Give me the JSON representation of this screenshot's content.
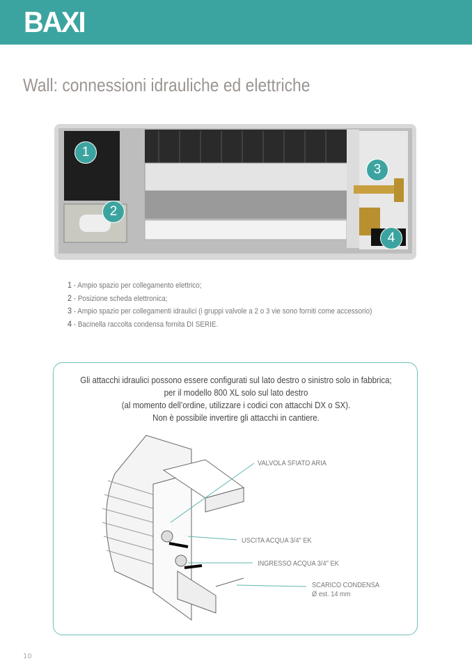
{
  "header": {
    "brand": "BAXI",
    "accent": "#3ca4a0"
  },
  "title": "Wall: connessioni idrauliche ed elettriche",
  "photo": {
    "badges": [
      "1",
      "2",
      "3",
      "4"
    ]
  },
  "legend": [
    {
      "num": "1",
      "text": " - Ampio spazio per collegamento elettrico;"
    },
    {
      "num": "2",
      "text": " - Posizione scheda elettronica;"
    },
    {
      "num": "3",
      "text": " - Ampio spazio per collegamenti idraulici (i gruppi valvole a 2 o 3 vie sono forniti come accessorio)"
    },
    {
      "num": "4",
      "text": " - Bacinella raccolta condensa fornita DI SERIE."
    }
  ],
  "note": [
    "Gli attacchi idraulici possono essere configurati sul lato destro o sinistro solo in fabbrica;",
    "per il modello 800 XL solo sul lato destro",
    "(al momento dell’ordine, utilizzare i codici con attacchi DX o SX).",
    "Non è possibile invertire gli attacchi in cantiere."
  ],
  "diagram_labels": {
    "valve": "VALVOLA SFIATO ARIA",
    "outlet": "USCITA ACQUA 3/4\" EK",
    "inlet": "INGRESSO ACQUA 3/4\" EK",
    "drain": "SCARICO CONDENSA",
    "drain_size": "Ø est. 14 mm"
  },
  "page_number": "10"
}
